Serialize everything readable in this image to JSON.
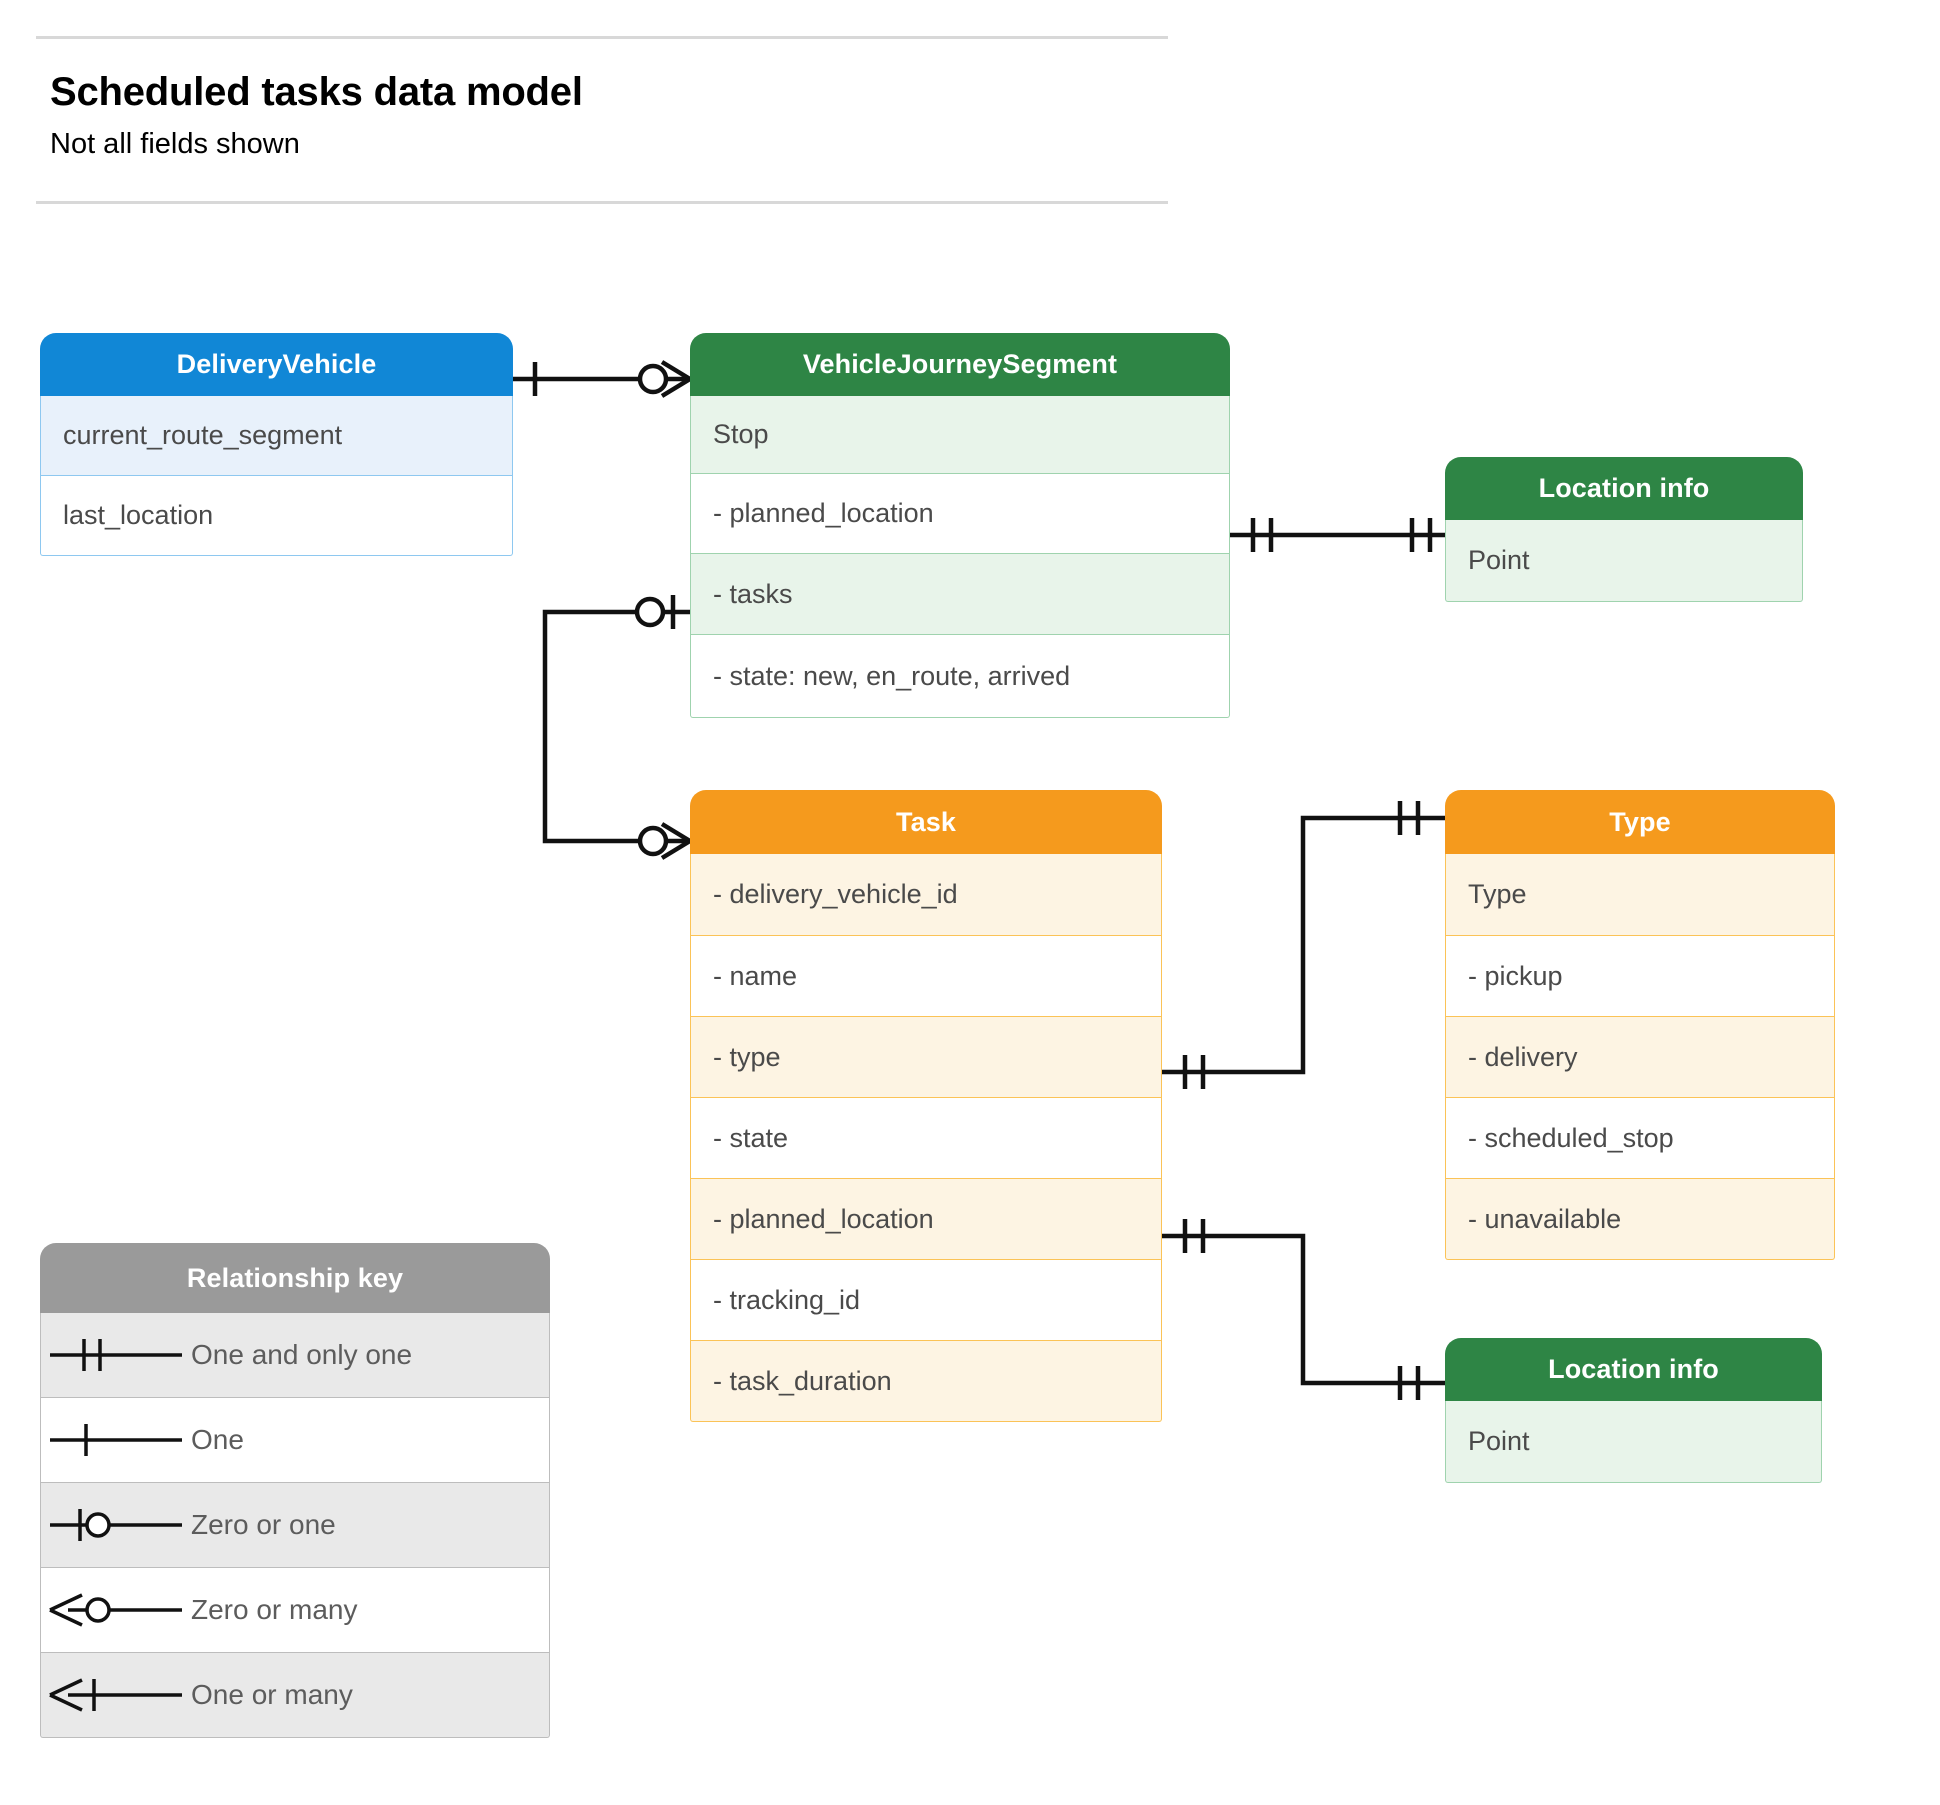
{
  "header": {
    "title": "Scheduled tasks data model",
    "subtitle": "Not all fields shown"
  },
  "colors": {
    "blue_header": "#1187d6",
    "blue_row": "#e8f1fb",
    "blue_border": "#8ec8f0",
    "green_header": "#2e8545",
    "green_row": "#e8f4ea",
    "green_border": "#9fd3ae",
    "orange_header": "#f59a1d",
    "orange_row": "#fdf4e3",
    "orange_border": "#fbc357",
    "grey_header": "#9a9a9a",
    "grey_row": "#e9e9e9",
    "text_dark": "#4a4a4a",
    "rule": "#d8d8d8"
  },
  "entities": {
    "delivery_vehicle": {
      "title": "DeliveryVehicle",
      "rows": [
        "current_route_segment",
        "last_location"
      ]
    },
    "vehicle_journey_segment": {
      "title": "VehicleJourneySegment",
      "rows": [
        "Stop",
        "-  planned_location",
        "- tasks",
        "- state: new, en_route, arrived"
      ]
    },
    "location_info_top": {
      "title": "Location info",
      "rows": [
        "Point"
      ]
    },
    "location_info_bottom": {
      "title": "Location info",
      "rows": [
        "Point"
      ]
    },
    "task": {
      "title": "Task",
      "rows": [
        "- delivery_vehicle_id",
        "- name",
        "- type",
        "- state",
        "- planned_location",
        "- tracking_id",
        "- task_duration"
      ]
    },
    "type": {
      "title": "Type",
      "rows": [
        "Type",
        "-   pickup",
        "-  delivery",
        "-  scheduled_stop",
        "-  unavailable"
      ]
    }
  },
  "legend": {
    "title": "Relationship key",
    "items": [
      {
        "symbol": "one-and-only-one-icon",
        "label": "One and only one"
      },
      {
        "symbol": "one-icon",
        "label": "One"
      },
      {
        "symbol": "zero-or-one-icon",
        "label": "Zero or one"
      },
      {
        "symbol": "zero-or-many-icon",
        "label": "Zero or many"
      },
      {
        "symbol": "one-or-many-icon",
        "label": "One or many"
      }
    ]
  },
  "relationships": [
    {
      "from": "DeliveryVehicle",
      "to": "VehicleJourneySegment",
      "from_cardinality": "One",
      "to_cardinality": "Zero or many"
    },
    {
      "from": "VehicleJourneySegment.planned_location",
      "to": "Location info",
      "from_cardinality": "One and only one",
      "to_cardinality": "One and only one"
    },
    {
      "from": "VehicleJourneySegment.tasks",
      "to": "Task",
      "from_cardinality": "Zero or one",
      "to_cardinality": "Zero or many"
    },
    {
      "from": "Task.type",
      "to": "Type",
      "from_cardinality": "One and only one",
      "to_cardinality": "One and only one"
    },
    {
      "from": "Task.planned_location",
      "to": "Location info",
      "from_cardinality": "One and only one",
      "to_cardinality": "One and only one"
    }
  ]
}
